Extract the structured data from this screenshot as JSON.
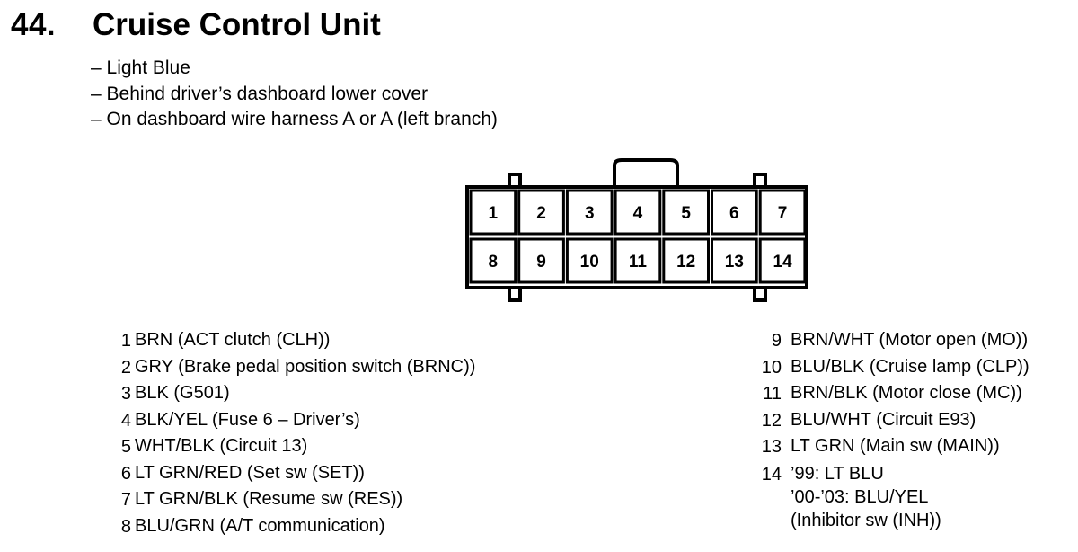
{
  "header": {
    "number": "44.",
    "title": "Cruise Control Unit"
  },
  "info_lines": [
    "– Light Blue",
    "– Behind driver’s dashboard lower cover",
    "– On dashboard wire harness A or A (left branch)"
  ],
  "connector": {
    "top_row": [
      "1",
      "2",
      "3",
      "4",
      "5",
      "6",
      "7"
    ],
    "bottom_row": [
      "8",
      "9",
      "10",
      "11",
      "12",
      "13",
      "14"
    ]
  },
  "pins_left": [
    {
      "num": "1",
      "desc": "BRN (ACT clutch (CLH))"
    },
    {
      "num": "2",
      "desc": "GRY (Brake pedal position switch (BRNC))"
    },
    {
      "num": "3",
      "desc": "BLK (G501)"
    },
    {
      "num": "4",
      "desc": "BLK/YEL (Fuse 6 – Driver’s)"
    },
    {
      "num": "5",
      "desc": "WHT/BLK (Circuit 13)"
    },
    {
      "num": "6",
      "desc": "LT GRN/RED (Set sw (SET))"
    },
    {
      "num": "7",
      "desc": "LT GRN/BLK (Resume sw (RES))"
    },
    {
      "num": "8",
      "desc": "BLU/GRN (A/T communication)"
    }
  ],
  "pins_right": [
    {
      "num": "9",
      "desc": "BRN/WHT (Motor open (MO))"
    },
    {
      "num": "10",
      "desc": "BLU/BLK (Cruise lamp (CLP))"
    },
    {
      "num": "11",
      "desc": "BRN/BLK (Motor close (MC))"
    },
    {
      "num": "12",
      "desc": "BLU/WHT (Circuit E93)"
    },
    {
      "num": "13",
      "desc": "LT GRN (Main sw (MAIN))"
    },
    {
      "num": "14",
      "lines": [
        "’99: LT BLU",
        "’00-’03: BLU/YEL",
        "(Inhibitor sw (INH))"
      ]
    }
  ]
}
